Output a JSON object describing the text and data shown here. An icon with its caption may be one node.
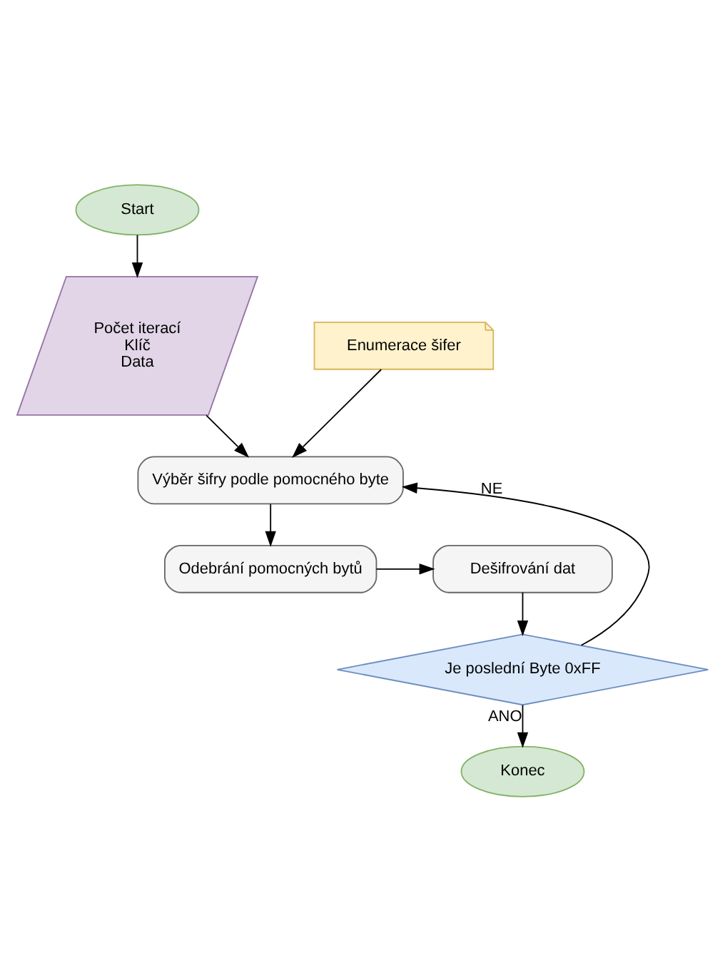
{
  "diagram": {
    "nodes": [
      {
        "text": [
          "Start"
        ]
      },
      {
        "text": [
          "Počet iterací",
          "Klíč",
          "Data"
        ]
      },
      {
        "text": [
          "Enumerace šifer"
        ]
      },
      {
        "text": [
          "Výběr šifry podle pomocného byte"
        ]
      },
      {
        "text": [
          "Odebrání pomocných bytů"
        ]
      },
      {
        "text": [
          "Dešifrování dat"
        ]
      },
      {
        "text": [
          "Je poslední Byte 0xFF"
        ]
      },
      {
        "text": [
          "Konec"
        ]
      }
    ],
    "edges": [
      {
        "from": 0,
        "to": 1,
        "arrow": "to"
      },
      {
        "from": 1,
        "to": 3,
        "arrow": "to"
      },
      {
        "from": 2,
        "to": 3,
        "arrow": "to"
      },
      {
        "from": 3,
        "to": 4,
        "arrow": "to"
      },
      {
        "from": 4,
        "to": 5,
        "arrow": "to"
      },
      {
        "from": 5,
        "to": 6,
        "arrow": "to"
      },
      {
        "from": 6,
        "to": 7,
        "arrow": "to",
        "label": "ANO"
      },
      {
        "from": 6,
        "to": 3,
        "arrow": "to",
        "label": "NE"
      }
    ]
  }
}
